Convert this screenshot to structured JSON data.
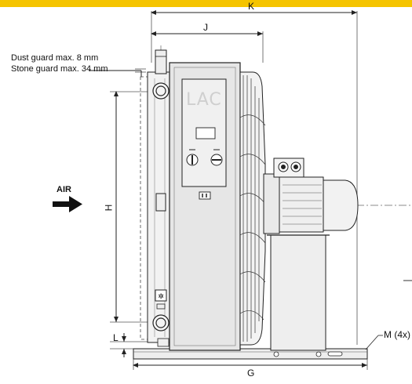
{
  "colors": {
    "accent_bar": "#f5c400",
    "line": "#222222",
    "face": "#eeeeee",
    "panel": "#e6e6e6"
  },
  "notes": {
    "dust_guard": "Dust guard max. 8 mm",
    "stone_guard": "Stone guard max. 34 mm"
  },
  "labels": {
    "air": "AIR",
    "brand": "LAC",
    "mount": "M (4x)"
  },
  "dimensions": {
    "K": "K",
    "J": "J",
    "H": "H",
    "L": "L",
    "G": "G"
  },
  "icons": {
    "arrow": "right-arrow-icon",
    "switch": "switch-icon",
    "valve": "valve-icon"
  }
}
